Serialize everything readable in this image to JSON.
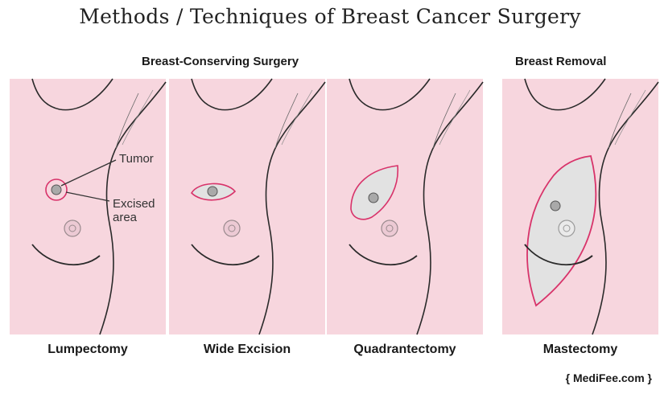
{
  "title": "Methods / Techniques of Breast Cancer Surgery",
  "groups": {
    "conserving": "Breast-Conserving Surgery",
    "removal": "Breast Removal"
  },
  "panels": [
    {
      "caption": "Lumpectomy"
    },
    {
      "caption": "Wide Excision"
    },
    {
      "caption": "Quadrantectomy"
    },
    {
      "caption": "Mastectomy"
    }
  ],
  "callouts": {
    "tumor": "Tumor",
    "excised_line1": "Excised",
    "excised_line2": "area"
  },
  "credit": "{ MediFee.com }",
  "colors": {
    "skin": "#f7d6de",
    "excision_outline": "#d8336a",
    "excised_fill": "#e2e2e2",
    "line": "#2a2a2a"
  }
}
